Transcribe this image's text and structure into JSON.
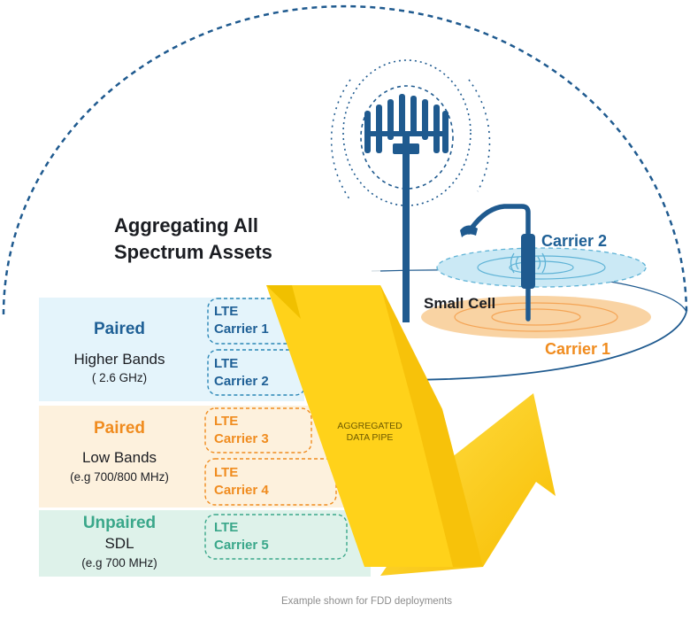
{
  "title": {
    "line1": "Aggregating All",
    "line2": "Spectrum Assets"
  },
  "labels": {
    "carrier2": "Carrier 2",
    "small_cell": "Small Cell",
    "carrier1": "Carrier 1"
  },
  "sections": [
    {
      "title": "Paired",
      "subtitle": "Higher Bands",
      "detail": "( 2.6 GHz)",
      "color": "#1f6096"
    },
    {
      "title": "Paired",
      "subtitle": "Low Bands",
      "detail": "(e.g 700/800 MHz)",
      "color": "#f08c1f"
    },
    {
      "title": "Unpaired",
      "subtitle": "SDL",
      "detail": "(e.g 700 MHz)",
      "color": "#3aa78a"
    }
  ],
  "carriers": [
    {
      "tech": "LTE",
      "name": "Carrier 1"
    },
    {
      "tech": "LTE",
      "name": "Carrier 2"
    },
    {
      "tech": "LTE",
      "name": "Carrier 3"
    },
    {
      "tech": "LTE",
      "name": "Carrier 4"
    },
    {
      "tech": "LTE",
      "name": "Carrier 5"
    }
  ],
  "pipe": {
    "line1": "AGGREGATED",
    "line2": "DATA PIPE"
  },
  "footer": "Example shown for FDD deployments",
  "colors": {
    "navy": "#1f5a8f",
    "blue_band": "#e4f4fb",
    "orange_band": "#fdf1dd",
    "green_band": "#def2ea",
    "yellow": "#ffd21a",
    "orange_accent": "#f08c1f",
    "teal_accent": "#3aa78a",
    "blue_accent": "#2a86b6"
  },
  "icons": [
    "cell-tower-icon",
    "small-cell-icon",
    "signal-waves-icon",
    "upward-arrow-icon"
  ]
}
